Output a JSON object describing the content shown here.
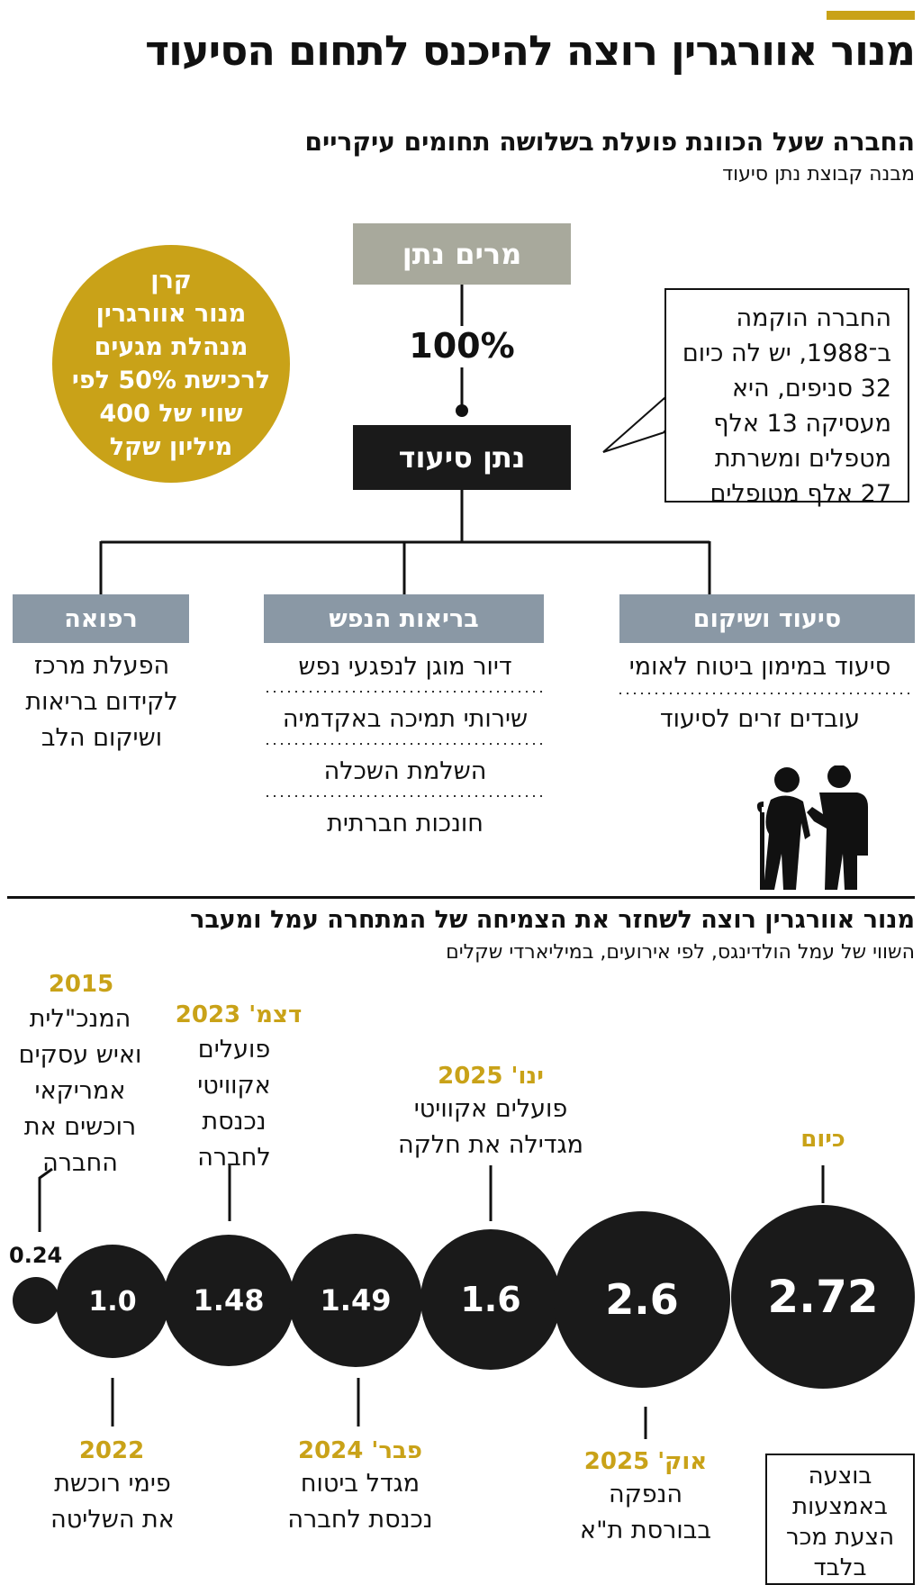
{
  "header": {
    "title": "מנור אוורגרין רוצה להיכנס לתחום הסיעוד",
    "subtitle": "החברה שעל הכוונת פועלת בשלושה תחומים עיקריים",
    "caption": "מבנה קבוצת נתן סיעוד"
  },
  "structure": {
    "owner": "מרים נתן",
    "ownership_pct": "100%",
    "company": "נתן סיעוד",
    "fund_note": "קרן\nמנור אוורגרין\nמנהלת מגעים\nלרכישת 50% לפי\nשווי של 400\nמיליון שקל",
    "company_note": "החברה הוקמה\nב־1988, יש לה כיום\n32 סניפים, היא\nמעסיקה 13 אלף\nמטפלים ומשרתת\n27 אלף מטופלים",
    "categories": [
      {
        "name": "סיעוד ושיקום",
        "items": [
          "סיעוד במימון ביטוח לאומי",
          "עובדים זרים לסיעוד"
        ]
      },
      {
        "name": "בריאות הנפש",
        "items": [
          "דיור מוגן לנפגעי נפש",
          "שירותי תמיכה באקדמיה",
          "השלמת השכלה",
          "חונכות חברתית"
        ]
      },
      {
        "name": "רפואה",
        "items": [
          "הפעלת מרכז\nלקידום בריאות\nושיקום הלב"
        ]
      }
    ]
  },
  "timeline": {
    "title": "מנור אוורגרין רוצה לשחזר את הצמיחה של המתחרה עמל ומעבר",
    "caption": "השווי של עמל הולדינגס, לפי אירועים, במיליארדי שקלים",
    "values": [
      "0.24",
      "1.0",
      "1.48",
      "1.49",
      "1.6",
      "2.6",
      "2.72"
    ],
    "events_top": [
      {
        "date": "2015",
        "text": "המנכ\"לית\nואיש עסקים\nאמריקאי\nרוכשים את\nהחברה"
      },
      {
        "date": "דצמ' 2023",
        "text": "פועלים\nאקוויטי\nנכנסת\nלחברה"
      },
      {
        "date": "ינו' 2025",
        "text": "פועלים אקוויטי\nמגדילה את חלקה"
      },
      {
        "date": "כיום",
        "text": ""
      }
    ],
    "events_bottom": [
      {
        "date": "2022",
        "text": "פימי רוכשת\nאת השליטה"
      },
      {
        "date": "פבר' 2024",
        "text": "מגדל ביטוח\nנכנסת לחברה"
      },
      {
        "date": "אוק' 2025",
        "text": "הנפקה\nבבורסת ת\"א"
      }
    ],
    "note": "בוצעה\nבאמצעות\nהצעת מכר\nבלבד"
  },
  "colors": {
    "gold": "#c9a218",
    "dark": "#1a1a1a",
    "slate": "#8a98a5",
    "gray": "#a8a99c"
  },
  "icons": [
    "elderly-caregiver-icon"
  ]
}
